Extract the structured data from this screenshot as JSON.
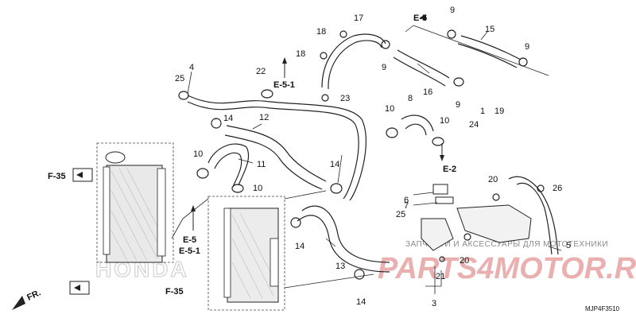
{
  "part_numbers": {
    "p1": "1",
    "p3": "3",
    "p4": "4",
    "p5": "5",
    "p6": "6",
    "p7": "7",
    "p8": "8",
    "p9a": "9",
    "p9b": "9",
    "p9c": "9",
    "p9d": "9",
    "p10a": "10",
    "p10b": "10",
    "p10c": "10",
    "p10d": "10",
    "p11": "11",
    "p12": "12",
    "p13": "13",
    "p14a": "14",
    "p14b": "14",
    "p14c": "14",
    "p14d": "14",
    "p15": "15",
    "p16": "16",
    "p17": "17",
    "p18a": "18",
    "p18b": "18",
    "p19": "19",
    "p20a": "20",
    "p20b": "20",
    "p21": "21",
    "p22": "22",
    "p23": "23",
    "p24": "24",
    "p25a": "25",
    "p25b": "25",
    "p26": "26"
  },
  "references": {
    "e5_top": "E-5",
    "e51_mid": "E-5-1",
    "e2": "E-2",
    "e5_low": "E-5",
    "e51_low": "E-5-1",
    "f35_top": "F-35",
    "f35_low": "F-35",
    "fr": "FR."
  },
  "watermark": {
    "subtitle": "ЗАПЧАСТИ И АКСЕССУАРЫ ДЛЯ МОТОТЕХНИКИ",
    "brand": "PARTS4MOTOR.RU"
  },
  "background_logo": "HONDA",
  "diagram_code": "MJP4F3510"
}
